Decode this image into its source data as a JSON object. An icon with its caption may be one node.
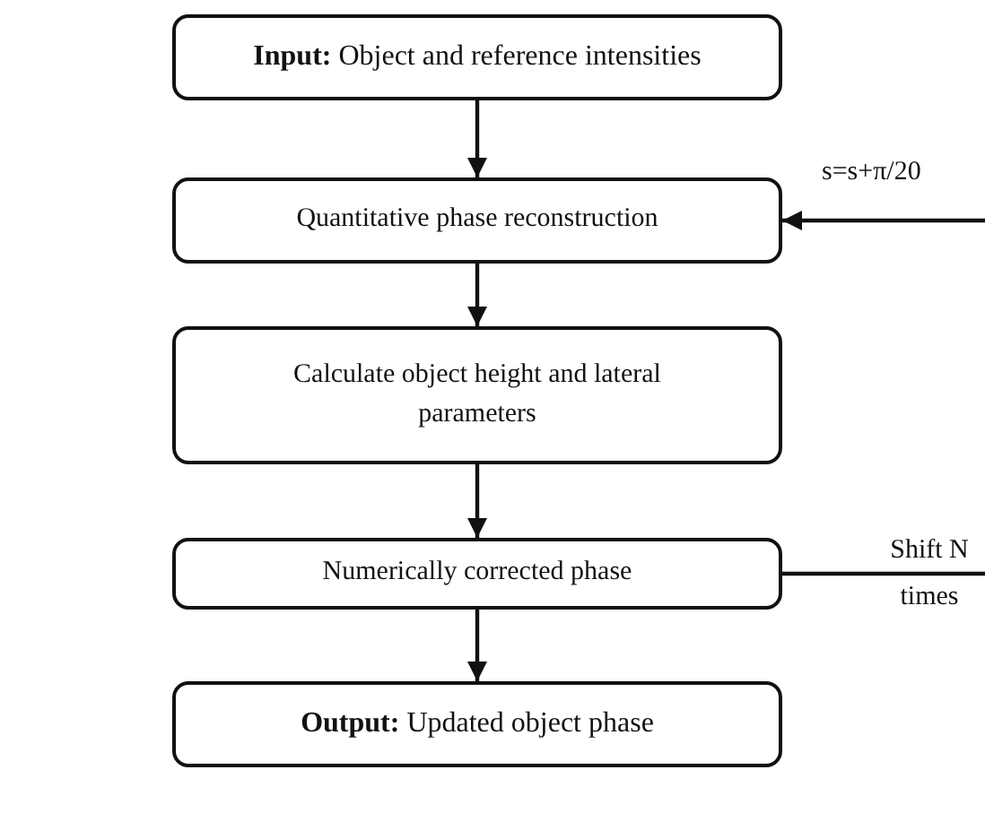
{
  "diagram": {
    "nodes": [
      {
        "text": [
          "**Input:** Object and reference intensities"
        ]
      },
      {
        "text": [
          "Quantitative phase reconstruction"
        ]
      },
      {
        "text": [
          "Calculate object height and lateral parameters"
        ]
      },
      {
        "text": [
          "Numerically corrected phase"
        ]
      },
      {
        "text": [
          "**Output:** Updated object phase"
        ]
      }
    ],
    "edges": [
      {
        "from": 0,
        "to": 1,
        "arrow": "to"
      },
      {
        "from": 1,
        "to": 2,
        "arrow": "to"
      },
      {
        "from": 2,
        "to": 3,
        "arrow": "to"
      },
      {
        "from": 3,
        "to": 4,
        "arrow": "to"
      },
      {
        "from": null,
        "to": 1,
        "arrow": "to",
        "label": "s=s+π/20"
      },
      {
        "from": 3,
        "to": null,
        "arrow": "none",
        "label": "Shift N times"
      }
    ]
  }
}
